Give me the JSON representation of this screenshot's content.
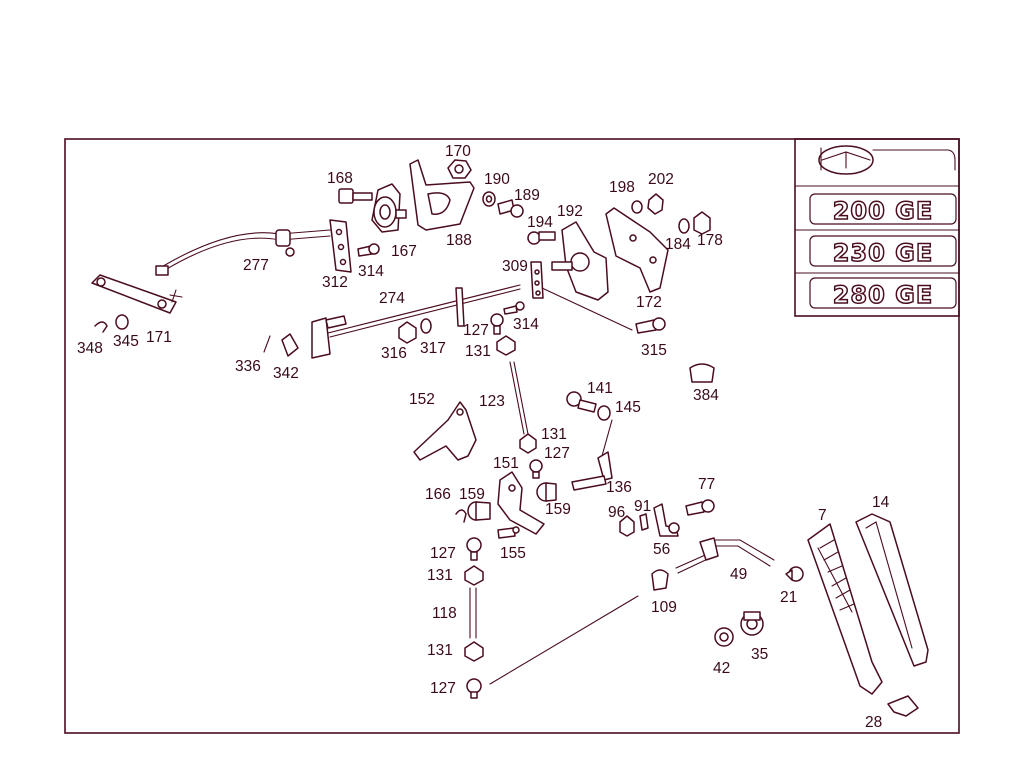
{
  "badges": [
    "200 GE",
    "230 GE",
    "280 GE"
  ],
  "colors": {
    "ink": "#4a0d1e",
    "label": "#3a0a18",
    "background": "#ffffff"
  },
  "emblem_icon": "mercedes-star-emblem-icon",
  "callouts": [
    {
      "text": "170"
    },
    {
      "text": "168"
    },
    {
      "text": "190"
    },
    {
      "text": "189"
    },
    {
      "text": "198"
    },
    {
      "text": "202"
    },
    {
      "text": "194"
    },
    {
      "text": "192"
    },
    {
      "text": "184"
    },
    {
      "text": "178"
    },
    {
      "text": "167"
    },
    {
      "text": "188"
    },
    {
      "text": "277"
    },
    {
      "text": "312"
    },
    {
      "text": "314"
    },
    {
      "text": "309"
    },
    {
      "text": "274"
    },
    {
      "text": "172"
    },
    {
      "text": "127"
    },
    {
      "text": "314"
    },
    {
      "text": "348"
    },
    {
      "text": "345"
    },
    {
      "text": "171"
    },
    {
      "text": "316"
    },
    {
      "text": "317"
    },
    {
      "text": "131"
    },
    {
      "text": "315"
    },
    {
      "text": "336"
    },
    {
      "text": "342"
    },
    {
      "text": "384"
    },
    {
      "text": "141"
    },
    {
      "text": "152"
    },
    {
      "text": "123"
    },
    {
      "text": "145"
    },
    {
      "text": "131"
    },
    {
      "text": "127"
    },
    {
      "text": "151"
    },
    {
      "text": "136"
    },
    {
      "text": "166"
    },
    {
      "text": "159"
    },
    {
      "text": "159"
    },
    {
      "text": "77"
    },
    {
      "text": "96"
    },
    {
      "text": "91"
    },
    {
      "text": "14"
    },
    {
      "text": "7"
    },
    {
      "text": "56"
    },
    {
      "text": "155"
    },
    {
      "text": "127"
    },
    {
      "text": "131"
    },
    {
      "text": "49"
    },
    {
      "text": "21"
    },
    {
      "text": "118"
    },
    {
      "text": "109"
    },
    {
      "text": "42"
    },
    {
      "text": "35"
    },
    {
      "text": "131"
    },
    {
      "text": "127"
    },
    {
      "text": "28"
    }
  ]
}
